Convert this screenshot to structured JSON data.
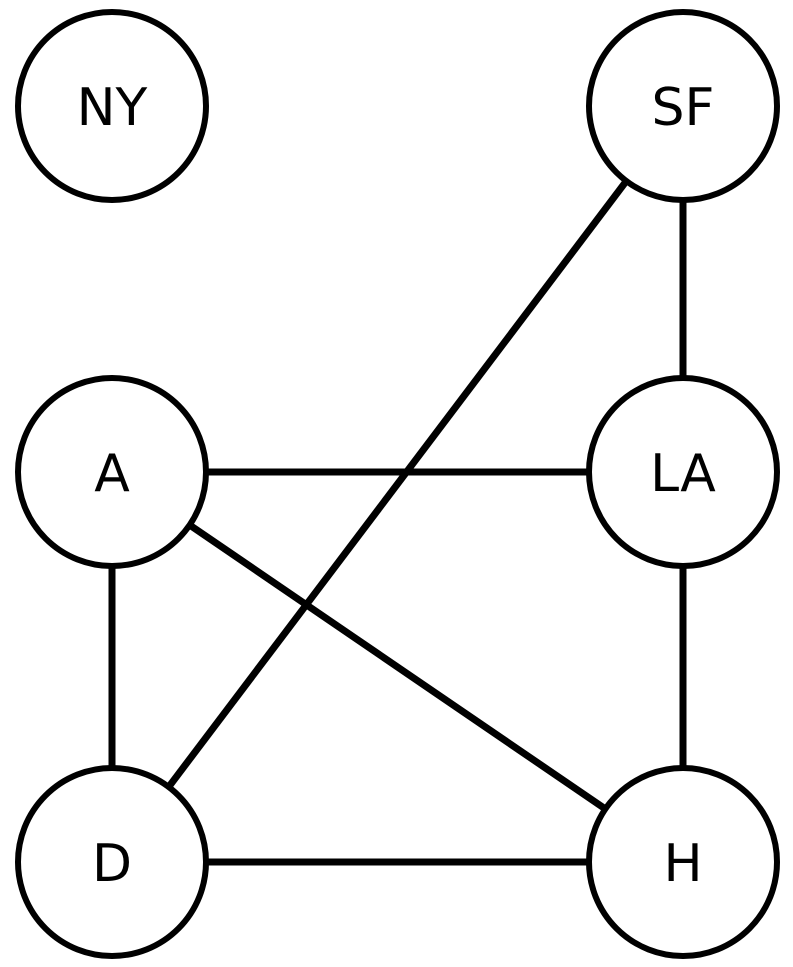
{
  "graph": {
    "nodes": [
      {
        "id": "NY",
        "label": "NY"
      },
      {
        "id": "SF",
        "label": "SF"
      },
      {
        "id": "A",
        "label": "A"
      },
      {
        "id": "LA",
        "label": "LA"
      },
      {
        "id": "D",
        "label": "D"
      },
      {
        "id": "H",
        "label": "H"
      }
    ],
    "edges": [
      {
        "from": "SF",
        "to": "LA"
      },
      {
        "from": "SF",
        "to": "D"
      },
      {
        "from": "A",
        "to": "LA"
      },
      {
        "from": "A",
        "to": "D"
      },
      {
        "from": "A",
        "to": "H"
      },
      {
        "from": "LA",
        "to": "H"
      },
      {
        "from": "D",
        "to": "H"
      }
    ]
  },
  "colors": {
    "stroke": "#000000",
    "fill": "#ffffff",
    "background": "#ffffff"
  }
}
